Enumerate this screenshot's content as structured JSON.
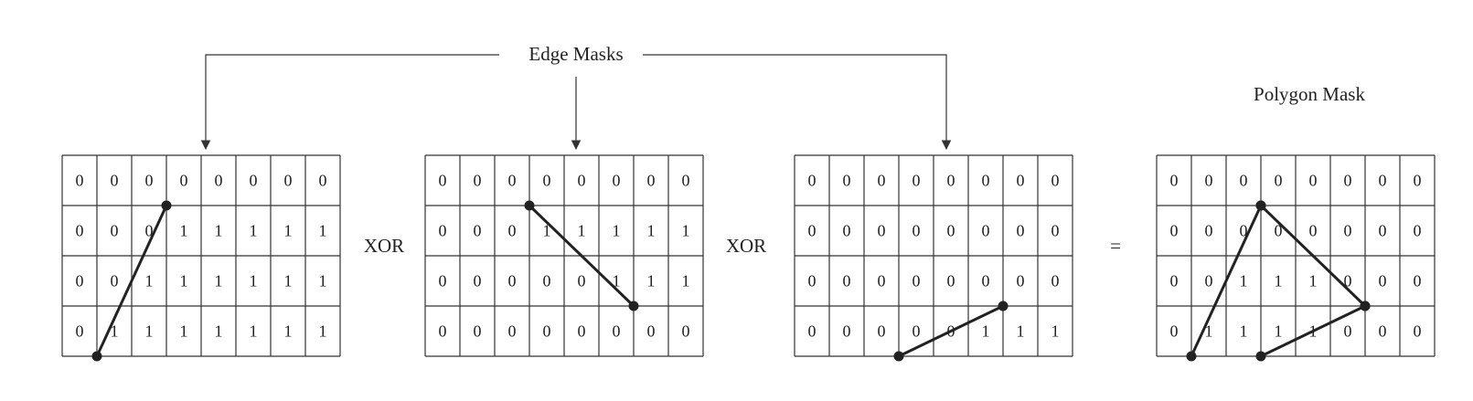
{
  "title": "Edge Masks",
  "polygon_title": "Polygon Mask",
  "operators": [
    "XOR",
    "XOR",
    "="
  ],
  "grids": [
    {
      "name": "edge-mask-1",
      "cells": [
        [
          "0",
          "0",
          "0",
          "0",
          "0",
          "0",
          "0",
          "0"
        ],
        [
          "0",
          "0",
          "0",
          "1",
          "1",
          "1",
          "1",
          "1"
        ],
        [
          "0",
          "0",
          "1",
          "1",
          "1",
          "1",
          "1",
          "1"
        ],
        [
          "0",
          "1",
          "1",
          "1",
          "1",
          "1",
          "1",
          "1"
        ]
      ],
      "edges": [
        [
          [
            1,
            4
          ],
          [
            3,
            1
          ]
        ]
      ]
    },
    {
      "name": "edge-mask-2",
      "cells": [
        [
          "0",
          "0",
          "0",
          "0",
          "0",
          "0",
          "0",
          "0"
        ],
        [
          "0",
          "0",
          "0",
          "1",
          "1",
          "1",
          "1",
          "1"
        ],
        [
          "0",
          "0",
          "0",
          "0",
          "0",
          "1",
          "1",
          "1"
        ],
        [
          "0",
          "0",
          "0",
          "0",
          "0",
          "0",
          "0",
          "0"
        ]
      ],
      "edges": [
        [
          [
            3,
            1
          ],
          [
            6,
            3
          ]
        ]
      ]
    },
    {
      "name": "edge-mask-3",
      "cells": [
        [
          "0",
          "0",
          "0",
          "0",
          "0",
          "0",
          "0",
          "0"
        ],
        [
          "0",
          "0",
          "0",
          "0",
          "0",
          "0",
          "0",
          "0"
        ],
        [
          "0",
          "0",
          "0",
          "0",
          "0",
          "0",
          "0",
          "0"
        ],
        [
          "0",
          "0",
          "0",
          "0",
          "0",
          "1",
          "1",
          "1"
        ]
      ],
      "edges": [
        [
          [
            3,
            4
          ],
          [
            6,
            3
          ]
        ]
      ]
    },
    {
      "name": "polygon-mask",
      "cells": [
        [
          "0",
          "0",
          "0",
          "0",
          "0",
          "0",
          "0",
          "0"
        ],
        [
          "0",
          "0",
          "0",
          "0",
          "0",
          "0",
          "0",
          "0"
        ],
        [
          "0",
          "0",
          "1",
          "1",
          "1",
          "0",
          "0",
          "0"
        ],
        [
          "0",
          "1",
          "1",
          "1",
          "1",
          "0",
          "0",
          "0"
        ]
      ],
      "edges": [
        [
          [
            1,
            4
          ],
          [
            3,
            1
          ]
        ],
        [
          [
            3,
            1
          ],
          [
            6,
            3
          ]
        ],
        [
          [
            3,
            4
          ],
          [
            6,
            3
          ]
        ]
      ]
    }
  ]
}
